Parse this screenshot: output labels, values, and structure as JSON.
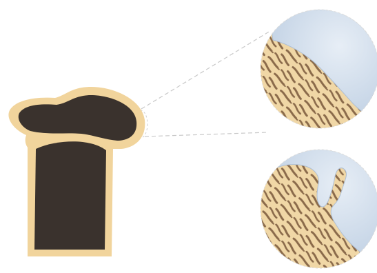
{
  "diagram": {
    "subject": "bone-joint-cartilage-illustration",
    "colors": {
      "background": "#ffffff",
      "bone_outline": "#f1d49c",
      "bone_fill": "#3a322d",
      "trabecular_base": "#f0d7a6",
      "trabecular_pattern": "#8a6a4a",
      "cartilage": "#c9d7e6",
      "cartilage_edge": "#aebfd4",
      "zoom_guides": "#c8c8c8"
    },
    "elements": [
      {
        "name": "bone-silhouette"
      },
      {
        "name": "zoom-guide-lines"
      },
      {
        "name": "magnified-healthy-cartilage"
      },
      {
        "name": "magnified-damaged-cartilage"
      }
    ]
  }
}
